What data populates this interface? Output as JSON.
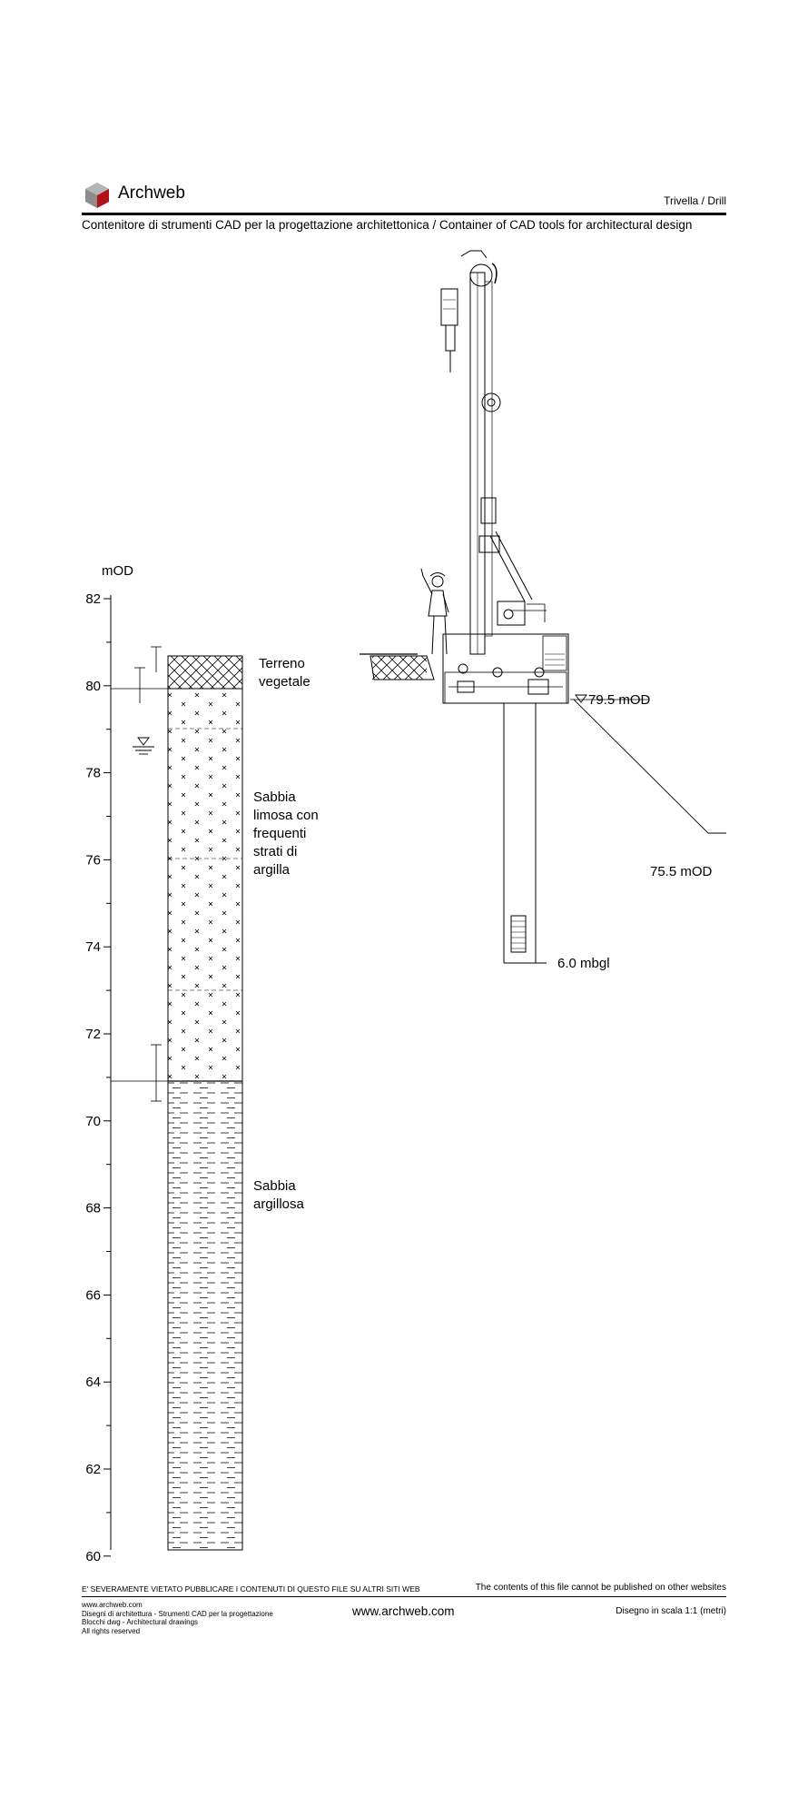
{
  "header": {
    "brand": "Archweb",
    "doc_title": "Trivella  /  Drill",
    "tagline": "Contenitore di strumenti CAD per la progettazione architettonica  /  Container of CAD tools for architectural design"
  },
  "borehole_log": {
    "unit_label": "mOD",
    "axis_ticks": [
      "82",
      "80",
      "78",
      "76",
      "74",
      "72",
      "70",
      "68",
      "66",
      "64",
      "62",
      "60"
    ],
    "strata": [
      {
        "label": "Terreno vegetale",
        "lines": [
          "Terreno",
          "vegetale"
        ],
        "top": 80.6,
        "bottom": 79.9,
        "pattern": "herringbone"
      },
      {
        "label": "Sabbia limosa con frequenti strati di argilla",
        "lines": [
          "Sabbia",
          "limosa con",
          "frequenti",
          "strati di",
          "argilla"
        ],
        "top": 79.9,
        "bottom": 70.8,
        "pattern": "crosses"
      },
      {
        "label": "Sabbia argillosa",
        "lines": [
          "Sabbia",
          "argillosa"
        ],
        "top": 70.8,
        "bottom": 60.0,
        "pattern": "dashes"
      }
    ],
    "water_level": 78.0
  },
  "rig_section": {
    "ground_level_label": "79.5 mOD",
    "base_label": "75.5 mOD",
    "depth_label": "6.0 mbgl"
  },
  "footer": {
    "warning_it": "E' SEVERAMENTE VIETATO PUBBLICARE I CONTENUTI DI QUESTO FILE SU ALTRI SITI WEB",
    "warning_en": "The contents of this file cannot be published on other websites",
    "left_lines": [
      "www.archweb.com",
      "Disegni di architettura - Strumenti CAD  per la progettazione",
      "Blocchi dwg - Architectural drawings",
      "All rights reserved"
    ],
    "url": "www.archweb.com",
    "scale": "Disegno in scala 1:1 (metri)"
  },
  "colors": {
    "logo_grey": "#8c8c8c",
    "logo_red": "#b3121d",
    "ink": "#000000"
  }
}
